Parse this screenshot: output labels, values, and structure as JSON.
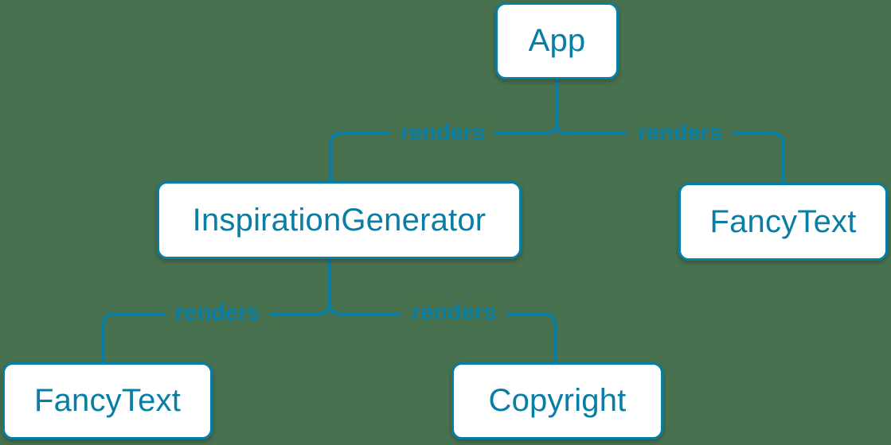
{
  "colors": {
    "background": "#48714F",
    "accent": "#087EA4",
    "node_fill": "#FFFFFF"
  },
  "diagram": {
    "type": "component-render-tree",
    "nodes": [
      {
        "id": "app",
        "label": "App"
      },
      {
        "id": "inspiration-generator",
        "label": "InspirationGenerator"
      },
      {
        "id": "fancy-text-right",
        "label": "FancyText"
      },
      {
        "id": "fancy-text-left",
        "label": "FancyText"
      },
      {
        "id": "copyright",
        "label": "Copyright"
      }
    ],
    "edges": [
      {
        "from": "App",
        "to": "InspirationGenerator",
        "label": "renders"
      },
      {
        "from": "App",
        "to": "FancyText",
        "label": "renders"
      },
      {
        "from": "InspirationGenerator",
        "to": "FancyText",
        "label": "renders"
      },
      {
        "from": "InspirationGenerator",
        "to": "Copyright",
        "label": "renders"
      }
    ]
  }
}
